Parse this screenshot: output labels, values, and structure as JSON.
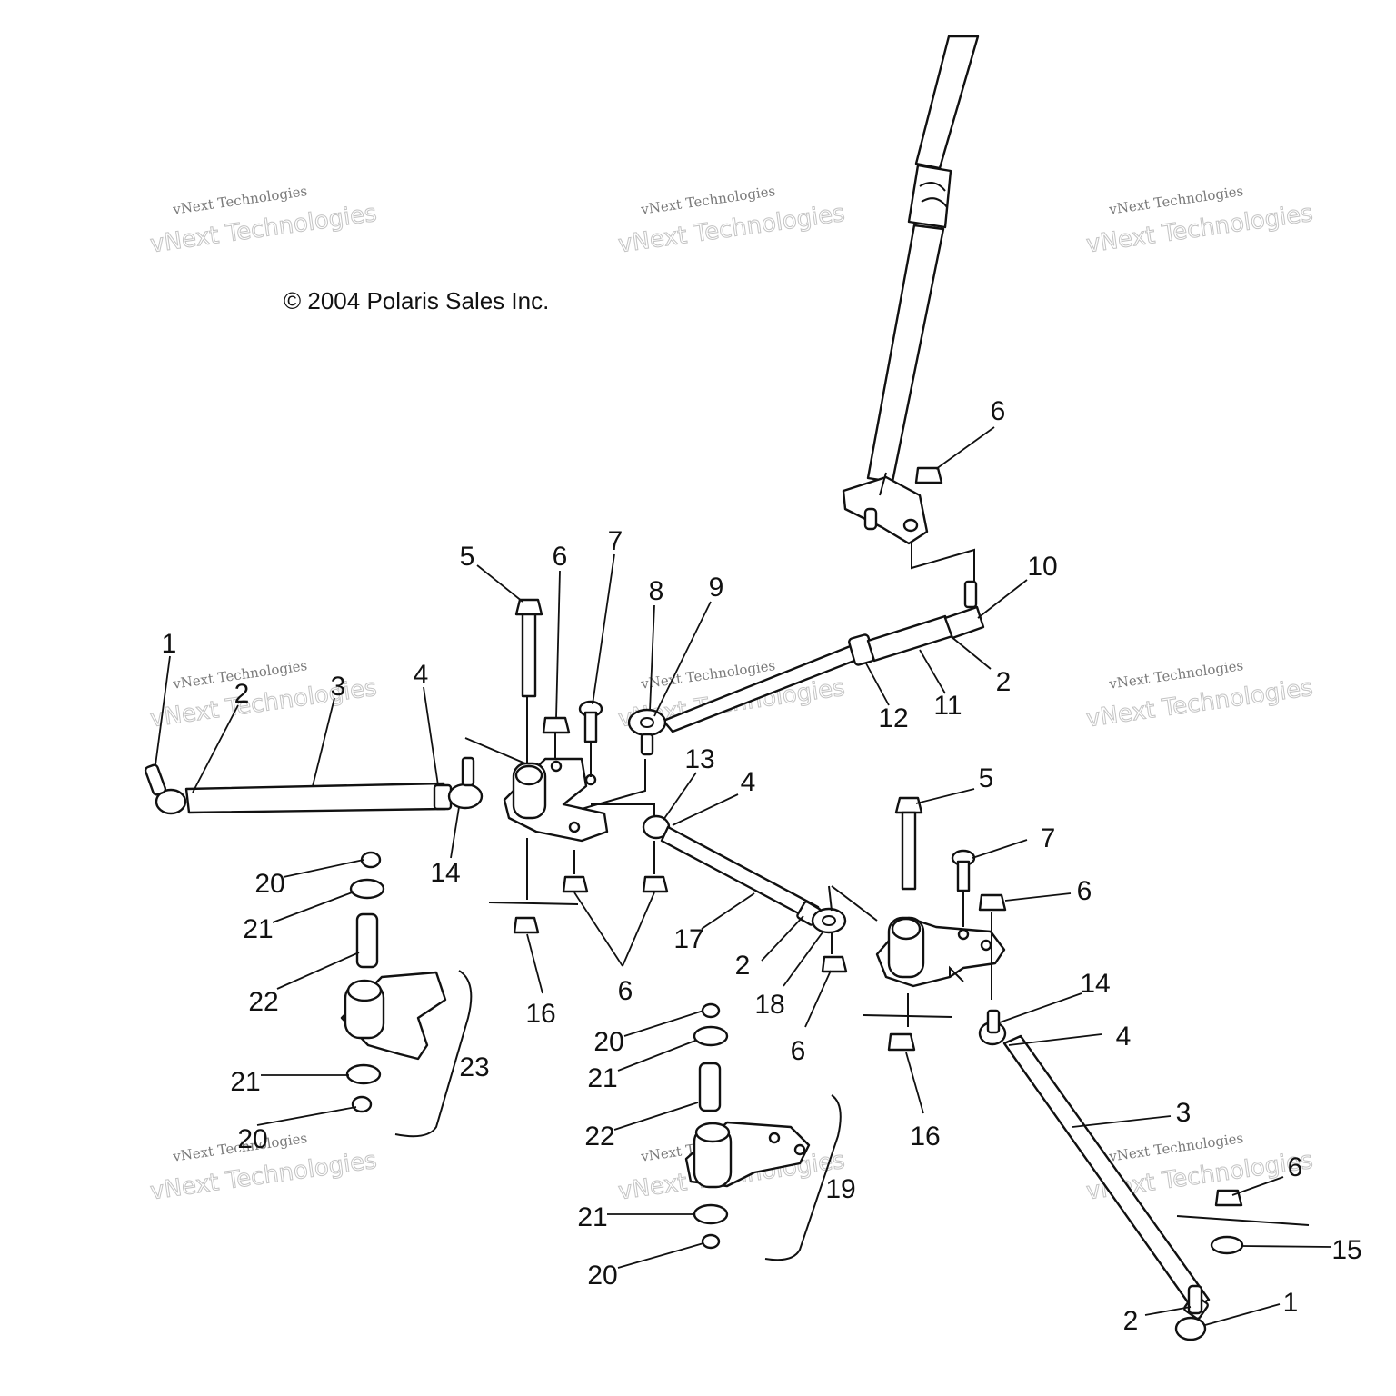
{
  "copyright": "© 2004 Polaris Sales Inc.",
  "watermark": {
    "line1": "vNext Technologies",
    "line2": "vNext Technologies"
  },
  "callouts": {
    "c1a": "1",
    "c1b": "1",
    "c2a": "2",
    "c2b": "2",
    "c2c": "2",
    "c2d": "2",
    "c3a": "3",
    "c3b": "3",
    "c4a": "4",
    "c4b": "4",
    "c4c": "4",
    "c5a": "5",
    "c5b": "5",
    "c6a": "6",
    "c6b": "6",
    "c6c": "6",
    "c6d": "6",
    "c6e": "6",
    "c6f": "6",
    "c7a": "7",
    "c7b": "7",
    "c8": "8",
    "c9": "9",
    "c10": "10",
    "c11": "11",
    "c12": "12",
    "c13": "13",
    "c14a": "14",
    "c14b": "14",
    "c15": "15",
    "c16a": "16",
    "c16b": "16",
    "c17": "17",
    "c18": "18",
    "c19": "19",
    "c20a": "20",
    "c20b": "20",
    "c20c": "20",
    "c20d": "20",
    "c21a": "21",
    "c21b": "21",
    "c21c": "21",
    "c21d": "21",
    "c22a": "22",
    "c22b": "22",
    "c23": "23"
  }
}
